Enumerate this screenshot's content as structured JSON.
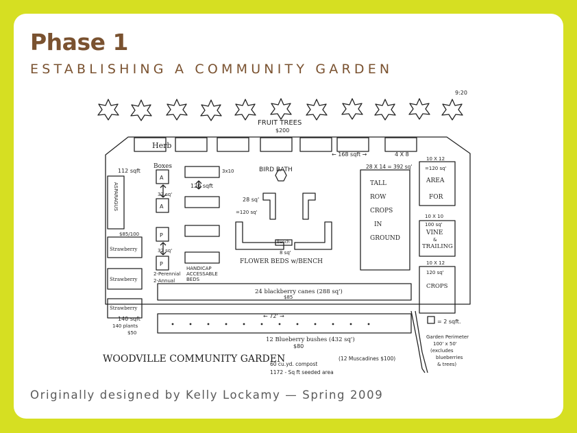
{
  "header": {
    "title": "Phase 1",
    "subtitle": "ESTABLISHING A COMMUNITY GARDEN"
  },
  "footer": {
    "credit": "Originally designed by Kelly Lockamy — Spring 2009"
  },
  "colors": {
    "frame": "#d6df22",
    "heading": "#7a5230",
    "footer_text": "#5a5a5a"
  },
  "plan": {
    "fruit_trees": "FRUIT TREES",
    "fruit_trees_cost": "$200",
    "date_note": "9:20",
    "sqft_168": "← 168 sqft →",
    "size_4x8": "4 X 8",
    "herb_label": "Herb",
    "boxes_label": "Boxes",
    "sqft_112": "112 sqft",
    "asparagus": "ASPARAGUS",
    "asparagus_cost": "$85/100",
    "box_a": "A",
    "box_p": "P",
    "sqft_32a": "32 sq'",
    "sqft_32b": "32 sq'",
    "size_3x10": "3x10",
    "sqft_120": "120 sqft",
    "bird_bath": "BIRD BATH",
    "sqft_28": "28 sq'",
    "sqft_120b": "=120 sq'",
    "bench": "Bench",
    "sqft_8": "8 sq'",
    "flower_beds": "FLOWER BEDS w/BENCH",
    "size_28x14": "28 X 14 = 392 sq'",
    "tall": "TALL",
    "row": "ROW",
    "crops": "CROPS",
    "in": "IN",
    "ground": "GROUND",
    "size_10x12a": "10 X 12",
    "sqft_120c": "=120 sq'",
    "area": "AREA",
    "for": "FOR",
    "size_10x10": "10 X 10",
    "sqft_100": "100 sq'",
    "vine": "VINE",
    "amp": "&",
    "trailing": "TRAILING",
    "size_10x12b": "10 X 12",
    "sqft_120d": "120 sq'",
    "crops2": "CROPS",
    "strawberry1": "Strawberry",
    "strawberry2": "Strawberry",
    "strawberry3": "Strawberry",
    "perennial": "2-Perennial",
    "annual": "2-Annual",
    "handicap1": "HANDICAP",
    "handicap2": "ACCESSABLE",
    "handicap3": "BEDS",
    "blackberry": "24 blackberry canes (288 sq')",
    "blackberry_cost": "$85",
    "sqft_140": "140 sqft",
    "plants_140": "140 plants",
    "cost_50": "$50",
    "dim_72": "← 72' →",
    "blueberry": "12 Blueberry bushes (432 sq')",
    "blueberry_cost": "$80",
    "legend": "= 2 sqft.",
    "perimeter1": "Garden Perimeter",
    "perimeter2": "100' x 50'",
    "perimeter3": "(excludes",
    "perimeter4": "blueberries",
    "perimeter5": "& trees)",
    "garden_name": "WOODVILLE COMMUNITY GARDEN",
    "muscadines": "(12 Muscadines $100)",
    "compost": "60 cu.yd. compost",
    "seeded": "1172 - Sq ft seeded area"
  }
}
